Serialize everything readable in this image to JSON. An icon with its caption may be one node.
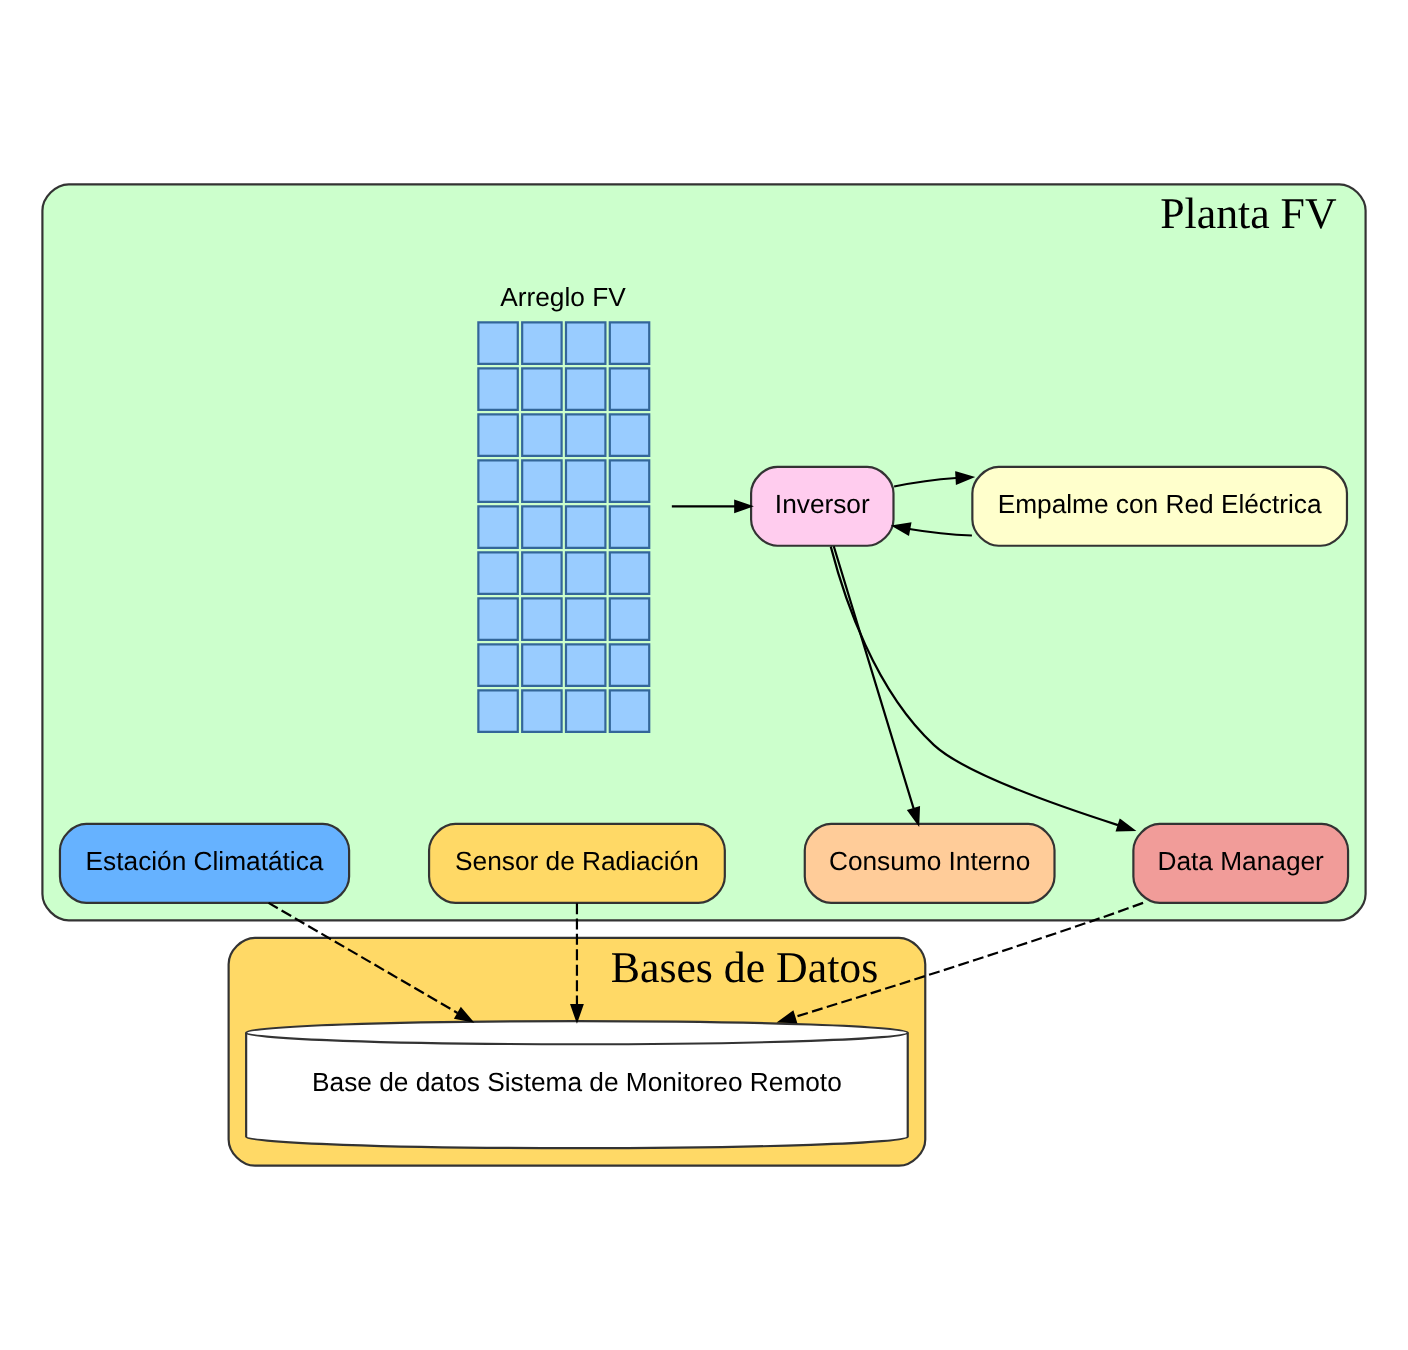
{
  "diagram": {
    "nodes": [
      {
        "text": [
          "Planta FV"
        ]
      },
      {
        "text": [
          "Arreglo FV"
        ],
        "in": 0
      },
      {
        "text": [
          "Consumo Interno"
        ],
        "in": 0
      },
      {
        "text": [
          "Inversor"
        ],
        "in": 0
      },
      {
        "text": [
          "Empalme con Red Eléctrica"
        ],
        "in": 0
      },
      {
        "text": [
          "Sensor de Radiación"
        ],
        "in": 0
      },
      {
        "text": [
          "Estación Climatática"
        ],
        "in": 0
      },
      {
        "text": [
          "Data Manager"
        ],
        "in": 0
      },
      {
        "text": [
          "Bases de Datos"
        ]
      },
      {
        "text": [
          "Base de datos Sistema de Monitoreo Remoto"
        ],
        "in": 8
      }
    ],
    "edges": [
      {
        "from": 1,
        "to": 3,
        "arrow": "to"
      },
      {
        "from": 3,
        "to": 2,
        "arrow": "to"
      },
      {
        "from": 4,
        "to": 3,
        "arrow": "to"
      },
      {
        "from": 3,
        "to": 4,
        "arrow": "to"
      },
      {
        "from": 3,
        "to": 7,
        "arrow": "to"
      },
      {
        "from": 5,
        "to": 9,
        "arrow": "to",
        "style": "dashed"
      },
      {
        "from": 6,
        "to": 9,
        "arrow": "to",
        "style": "dashed"
      },
      {
        "from": 7,
        "to": 9,
        "arrow": "to",
        "style": "dashed"
      }
    ]
  }
}
